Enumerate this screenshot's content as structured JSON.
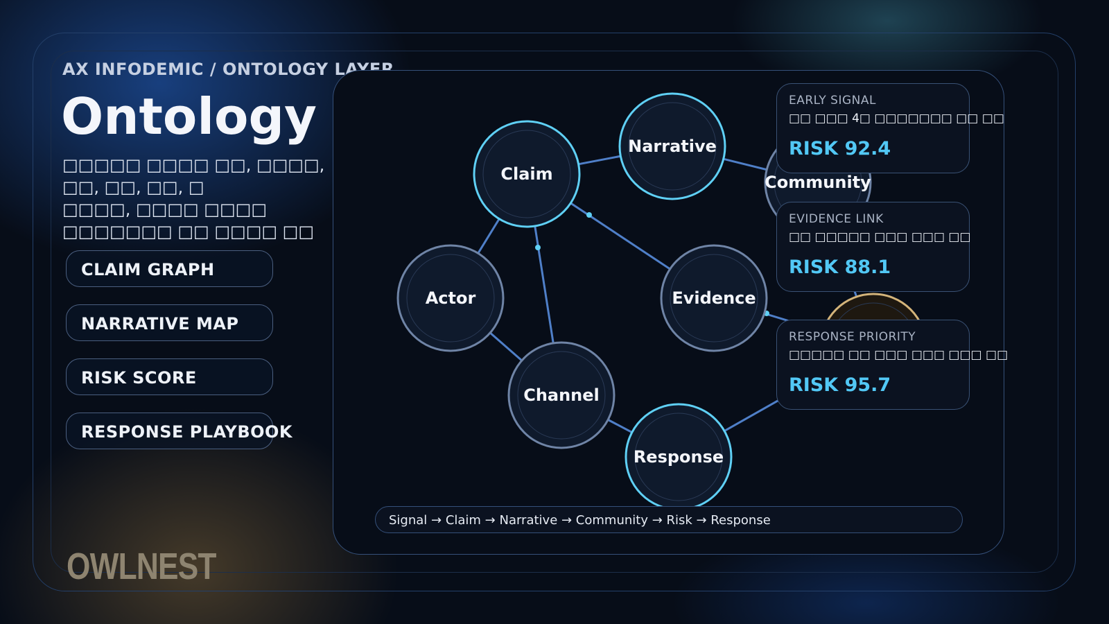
{
  "header": {
    "kicker": "AX INFODEMIC / ONTOLOGY LAYER",
    "title": "Ontology",
    "subtitle_line1": "□□□□□ □□□□ □□, □□□□, □□, □□, □□, □",
    "subtitle_line2": "□□□□, □□□□ □□□□ □□□□□□□ □□ □□□□ □□"
  },
  "menu": [
    {
      "label": "CLAIM GRAPH"
    },
    {
      "label": "NARRATIVE MAP"
    },
    {
      "label": "RISK SCORE"
    },
    {
      "label": "RESPONSE PLAYBOOK"
    }
  ],
  "logo": "OWLNEST",
  "graph": {
    "nodes": [
      {
        "id": "claim",
        "label": "Claim",
        "style": "highlight"
      },
      {
        "id": "narrative",
        "label": "Narrative",
        "style": "highlight"
      },
      {
        "id": "community",
        "label": "Community",
        "style": "normal"
      },
      {
        "id": "actor",
        "label": "Actor",
        "style": "normal"
      },
      {
        "id": "evidence",
        "label": "Evidence",
        "style": "normal"
      },
      {
        "id": "channel",
        "label": "Channel",
        "style": "normal"
      },
      {
        "id": "response",
        "label": "Response",
        "style": "highlight"
      },
      {
        "id": "risk",
        "label": "",
        "style": "gold"
      }
    ],
    "edges": [
      [
        "claim",
        "narrative"
      ],
      [
        "narrative",
        "community"
      ],
      [
        "claim",
        "actor"
      ],
      [
        "claim",
        "channel"
      ],
      [
        "claim",
        "evidence"
      ],
      [
        "actor",
        "channel"
      ],
      [
        "channel",
        "response"
      ],
      [
        "response",
        "risk"
      ],
      [
        "evidence",
        "risk"
      ],
      [
        "community",
        "risk"
      ]
    ],
    "colors": {
      "highlight": "#5fd0f5",
      "normal": "#6f84a6",
      "gold": "#d4b47a",
      "edge": "#4f7fc8"
    }
  },
  "cards": [
    {
      "kicker": "EARLY SIGNAL",
      "desc": "□□ □□□ 4□ □□□□□□□ □□ □□",
      "risk": "RISK 92.4"
    },
    {
      "kicker": "EVIDENCE LINK",
      "desc": "□□ □□□□□ □□□ □□□ □□",
      "risk": "RISK 88.1"
    },
    {
      "kicker": "RESPONSE PRIORITY",
      "desc": "□□□□□ □□ □□□ □□□ □□□ □□",
      "risk": "RISK 95.7"
    }
  ],
  "flow": "Signal → Claim → Narrative → Community → Risk → Response"
}
